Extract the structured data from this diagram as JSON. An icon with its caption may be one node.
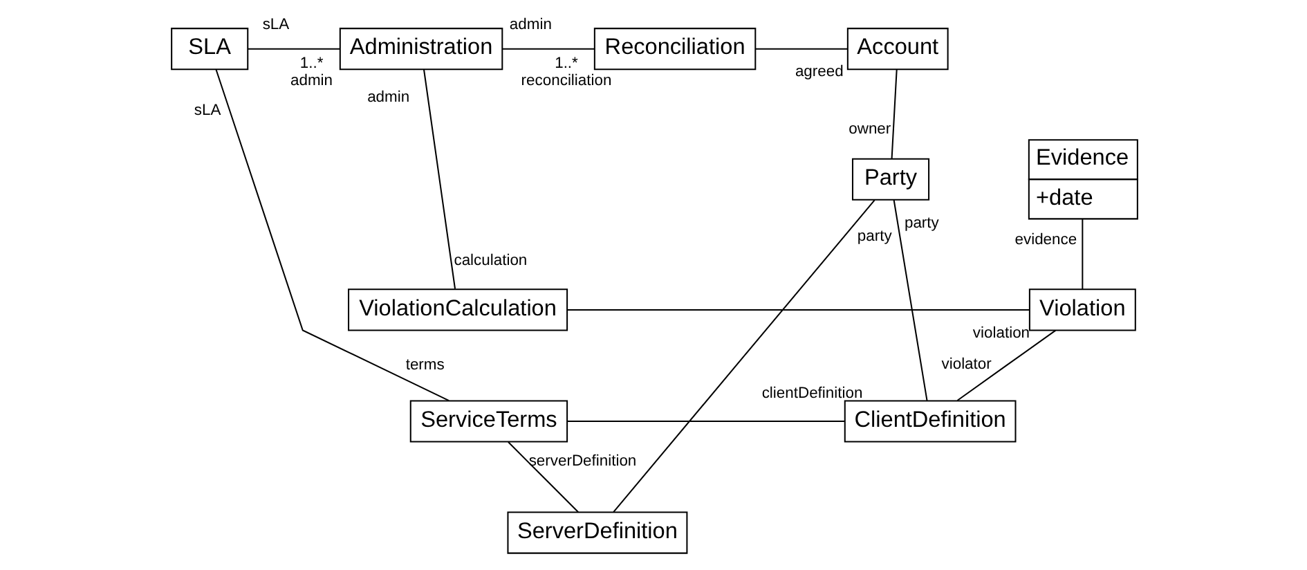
{
  "diagram": {
    "nodes": [
      {
        "text": [
          "SLA"
        ]
      },
      {
        "text": [
          "Administration"
        ]
      },
      {
        "text": [
          "Reconciliation"
        ]
      },
      {
        "text": [
          "Account"
        ]
      },
      {
        "text": [
          "Evidence",
          "+date"
        ]
      },
      {
        "text": [
          "Party"
        ]
      },
      {
        "text": [
          "ViolationCalculation"
        ]
      },
      {
        "text": [
          "Violation"
        ]
      },
      {
        "text": [
          "ServiceTerms"
        ]
      },
      {
        "text": [
          "ClientDefinition"
        ]
      },
      {
        "text": [
          "ServerDefinition"
        ]
      }
    ],
    "edges": [
      {
        "from": 0,
        "to": 1,
        "arrow": "none"
      },
      {
        "from": 1,
        "to": 2,
        "arrow": "none"
      },
      {
        "from": 2,
        "to": 3,
        "arrow": "none"
      },
      {
        "from": 3,
        "to": 5,
        "arrow": "none"
      },
      {
        "from": 0,
        "to": 8,
        "arrow": "none"
      },
      {
        "from": 1,
        "to": 6,
        "arrow": "none"
      },
      {
        "from": 6,
        "to": 7,
        "arrow": "none"
      },
      {
        "from": 4,
        "to": 7,
        "arrow": "none"
      },
      {
        "from": 7,
        "to": 9,
        "arrow": "none"
      },
      {
        "from": 8,
        "to": 9,
        "arrow": "none"
      },
      {
        "from": 8,
        "to": 10,
        "arrow": "none"
      },
      {
        "from": 5,
        "to": 9,
        "arrow": "none"
      },
      {
        "from": 5,
        "to": 10,
        "arrow": "none"
      }
    ],
    "labels": [
      "sLA",
      "1..*",
      "admin",
      "1..*",
      "admin",
      "reconciliation",
      "agreed",
      "sLA",
      "admin",
      "owner",
      "evidence",
      "party",
      "party",
      "calculation",
      "violation",
      "violator",
      "terms",
      "clientDefinition",
      "serverDefinition"
    ]
  }
}
